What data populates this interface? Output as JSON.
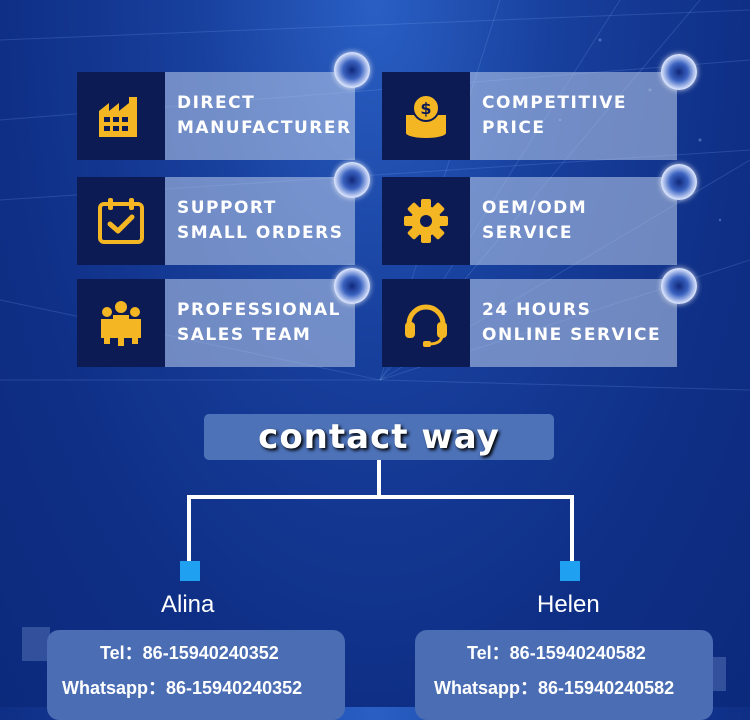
{
  "features": [
    {
      "icon": "factory-icon",
      "lines": [
        "DIRECT",
        "MANUFACTURER"
      ]
    },
    {
      "icon": "coins-icon",
      "lines": [
        "COMPETITIVE",
        "PRICE"
      ]
    },
    {
      "icon": "calendar-check-icon",
      "lines": [
        "SUPPORT",
        "SMALL ORDERS"
      ]
    },
    {
      "icon": "gear-icon",
      "lines": [
        "OEM/ODM",
        "SERVICE"
      ]
    },
    {
      "icon": "team-icon",
      "lines": [
        "PROFESSIONAL",
        "SALES TEAM"
      ]
    },
    {
      "icon": "headset-icon",
      "lines": [
        "24 HOURS",
        "ONLINE SERVICE"
      ]
    }
  ],
  "contact": {
    "title": "contact way",
    "people": [
      {
        "name": "Alina",
        "tel_label": "Tel：",
        "tel": "86-15940240352",
        "wa_label": "Whatsapp：",
        "wa": "86-15940240352"
      },
      {
        "name": "Helen",
        "tel_label": "Tel：",
        "tel": "86-15940240582",
        "wa_label": "Whatsapp：",
        "wa": "86-15940240582"
      }
    ]
  },
  "colors": {
    "accent": "#f5b623",
    "icon_bg": "#0d1b54",
    "node": "#1fa0f0",
    "card_bg": "#4a6db4"
  }
}
